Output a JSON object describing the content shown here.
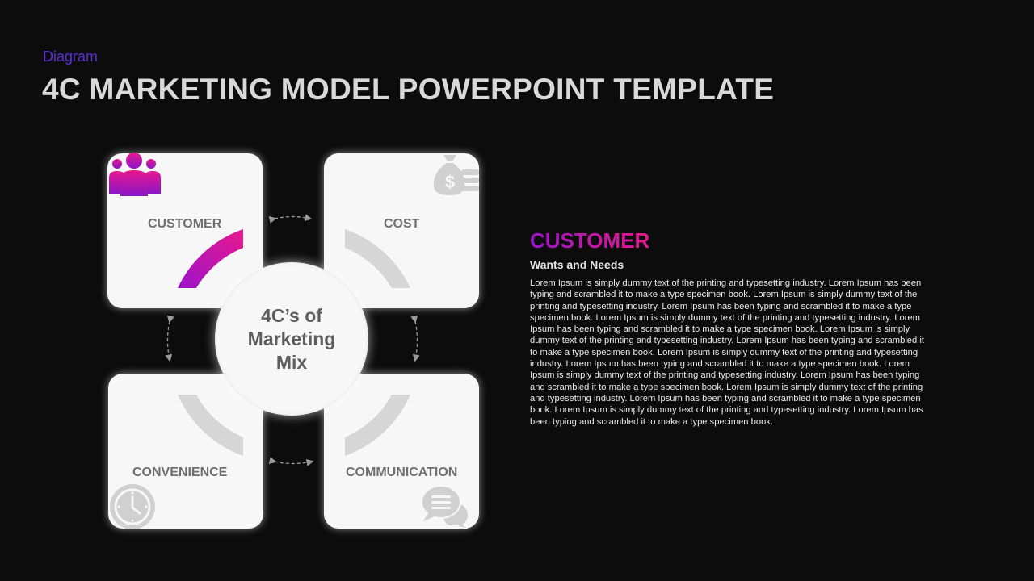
{
  "header": {
    "kicker": "Diagram",
    "title": "4C MARKETING MODEL POWERPOINT TEMPLATE"
  },
  "diagram": {
    "center_label": "4C’s of Marketing Mix",
    "quadrants": [
      {
        "label": "CUSTOMER",
        "icon": "people-icon",
        "highlighted": true
      },
      {
        "label": "COST",
        "icon": "money-bag-icon",
        "highlighted": false
      },
      {
        "label": "CONVENIENCE",
        "icon": "clock-icon",
        "highlighted": false
      },
      {
        "label": "COMMUNICATION",
        "icon": "chat-bubbles-icon",
        "highlighted": false
      }
    ],
    "colors": {
      "accent_start": "#9b14c9",
      "accent_end": "#e8188e",
      "card": "#f7f7f7",
      "inactive_arc": "#d6d6d6",
      "icon_gray": "#d0d0d0",
      "background": "#0c0c0c"
    }
  },
  "detail": {
    "heading": "CUSTOMER",
    "subheading": "Wants and Needs",
    "body": "Lorem Ipsum is simply dummy text of the printing and typesetting industry. Lorem Ipsum has been typing and scrambled it to make a type specimen book. Lorem Ipsum is simply dummy text of the printing and typesetting industry. Lorem Ipsum has been typing and scrambled it to make a type specimen book. Lorem Ipsum is simply dummy text of the printing and typesetting industry. Lorem Ipsum has been typing and scrambled it to make a type specimen book. Lorem Ipsum is simply dummy text of the printing and typesetting industry. Lorem Ipsum has been typing and scrambled it to make a type specimen book. Lorem Ipsum is simply dummy text of the printing and typesetting industry. Lorem Ipsum has been typing and scrambled it to make a type specimen book. Lorem Ipsum is simply dummy text of the printing and typesetting industry. Lorem Ipsum has been typing and scrambled it to make a type specimen book. Lorem Ipsum is simply dummy text of the printing and typesetting industry. Lorem Ipsum has been typing and scrambled it to make a type specimen book. Lorem Ipsum is simply dummy text of the printing and typesetting industry. Lorem Ipsum has been typing and scrambled it to make a type specimen book."
  }
}
